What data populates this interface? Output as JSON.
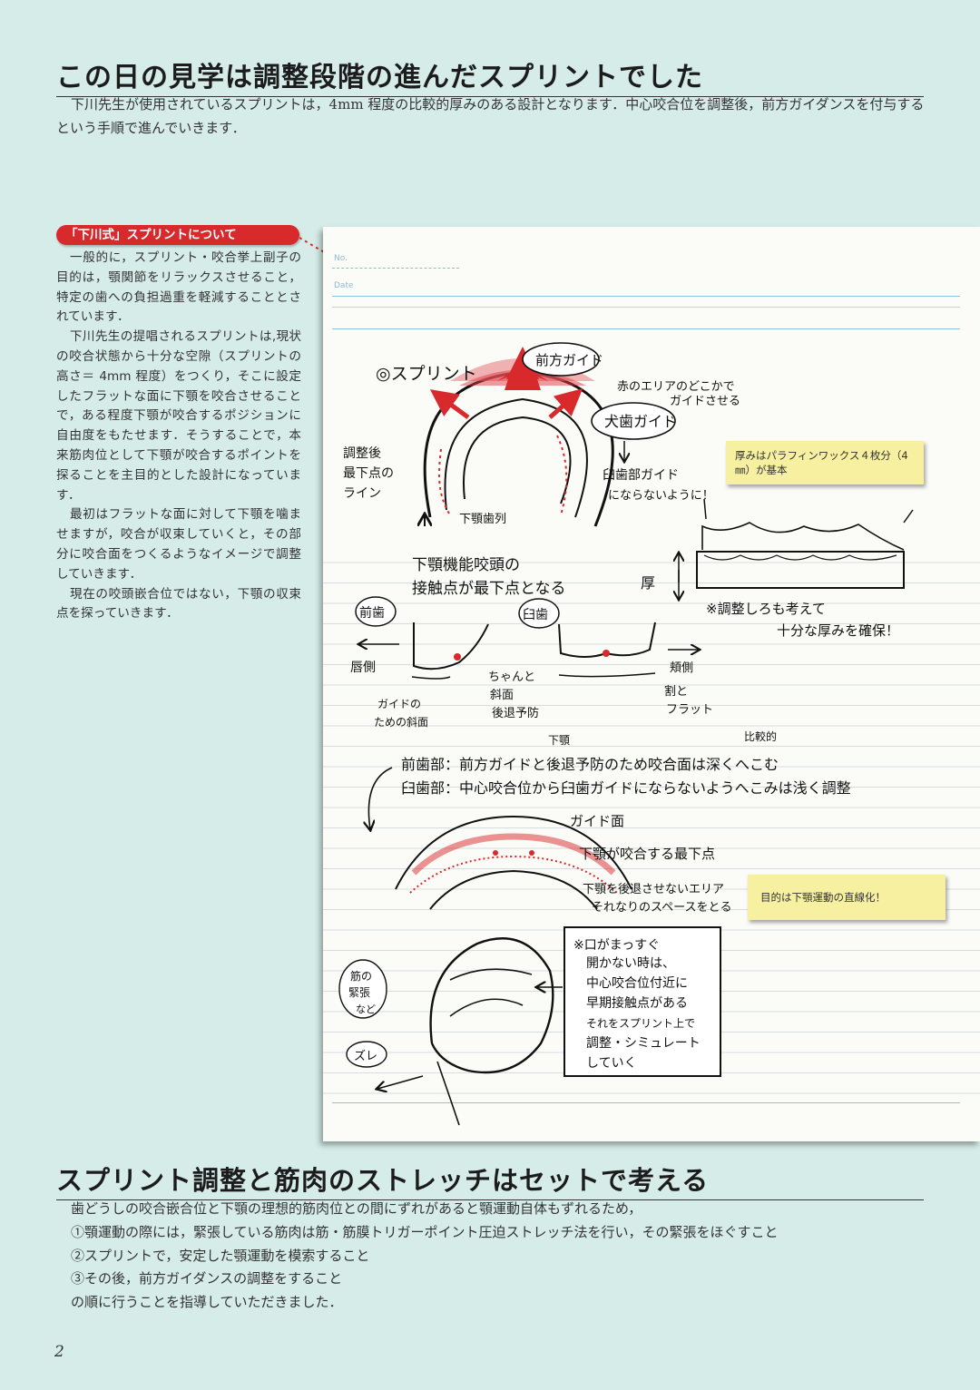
{
  "heading1": "この日の見学は調整段階の進んだスプリントでした",
  "intro": "下川先生が使用されているスプリントは，4mm 程度の比較的厚みのある設計となります．中心咬合位を調整後，前方ガイダンスを付与するという手順で進んでいきます．",
  "sidebar": {
    "title": "「下川式」スプリントについて",
    "paragraphs": [
      "一般的に，スプリント・咬合挙上副子の目的は，顎関節をリラックスさせること，特定の歯への負担過重を軽減することとされています．",
      "下川先生の提唱されるスプリントは,現状の咬合状態から十分な空隙（スプリントの高さ＝ 4mm 程度）をつくり，そこに設定したフラットな面に下顎を咬合させることで，ある程度下顎が咬合するポジションに自由度をもたせます．そうすることで，本来筋肉位として下顎が咬合するポイントを探ることを主目的とした設計になっています．",
      "最初はフラットな面に対して下顎を噛ませますが，咬合が収束していくと，その部分に咬合面をつくるようなイメージで調整していきます．",
      "現在の咬頭嵌合位ではない，下顎の収束点を探っていきます．"
    ]
  },
  "notebook": {
    "no_label": "No.",
    "date_label": "Date",
    "handwriting": {
      "splint": "◎スプリント",
      "front_guide": "前方ガイド",
      "red_area": "赤のエリアのどこかで",
      "red_area2": "ガイドさせる",
      "canine_guide": "犬歯ガイド",
      "adjusted": "調整後",
      "lowest": "最下点の",
      "line": "ライン",
      "lower_teeth": "下顎歯列",
      "molar_guide": "臼歯部ガイド",
      "not_molar": "にならないように！",
      "functional_cusp": "下顎機能咬頭の",
      "contact_lowest": "接触点が最下点となる",
      "thick": "厚",
      "adjust_margin": "※調整しろも考えて",
      "enough_thickness": "十分な厚みを確保！",
      "anterior": "前歯",
      "molar": "臼歯",
      "lingual": "唇側",
      "buccal": "頬側",
      "slope_label": "ちゃんと",
      "slope2": "斜面",
      "retreat_prevent": "後退予防",
      "guide_slope": "ガイドの",
      "guide_slope2": "ための斜面",
      "flat1": "割と",
      "flat2": "フラット",
      "mandible_note": "下顎",
      "comparative": "比較的",
      "anterior_rule": "前歯部：前方ガイドと後退予防のため咬合面は深くへこむ",
      "molar_rule": "臼歯部：中心咬合位から臼歯ガイドにならないようへこみは浅く調整",
      "guide_surface": "ガイド面",
      "converge_point": "下顎が咬合する最下点",
      "space1": "下顎を後退させないエリア",
      "space2": "それなりのスペースをとる",
      "muscle1": "筋の",
      "muscle2": "緊張",
      "muscle3": "など",
      "shift": "ズレ",
      "box": [
        "※口がまっすぐ",
        "開かない時は、",
        "中心咬合位付近に",
        "早期接触点がある",
        "それをスプリント上で",
        "調整・シミュレート",
        "していく"
      ]
    },
    "sticky1": "厚みはパラフィンワックス４枚分（4 ㎜）が基本",
    "sticky2": "目的は下顎運動の直線化！"
  },
  "heading2": "スプリント調整と筋肉のストレッチはセットで考える",
  "body2": [
    "歯どうしの咬合嵌合位と下顎の理想的筋肉位との間にずれがあると顎運動自体もずれるため，",
    "①顎運動の際には，緊張している筋肉は筋・筋膜トリガーポイント圧迫ストレッチ法を行い，その緊張をほぐすこと",
    "②スプリントで，安定した顎運動を模索すること",
    "③その後，前方ガイダンスの調整をすること",
    "の順に行うことを指導していただきました．"
  ],
  "page_number": "2"
}
